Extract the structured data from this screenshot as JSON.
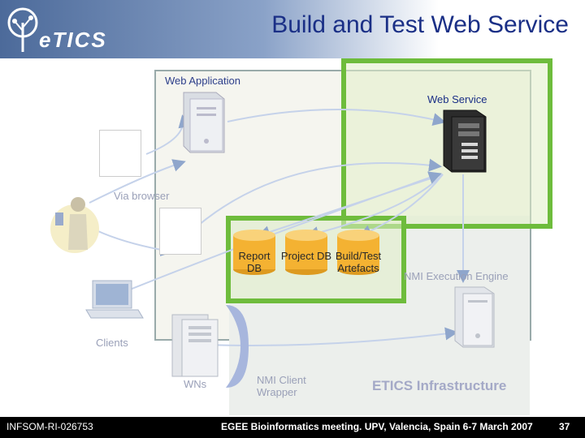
{
  "header": {
    "title": "Build and Test Web Service",
    "logo_text": "eTICS"
  },
  "diagram": {
    "web_application": "Web Application",
    "web_service": "Web Service",
    "via_browser": "Via browser",
    "report_db": "Report DB",
    "project_db": "Project DB",
    "build_test_artefacts": "Build/Test Artefacts",
    "nmi_execution_engine": "NMI Execution Engine",
    "clients": "Clients",
    "wns": "WNs",
    "nmi_client_wrapper": "NMI Client Wrapper",
    "etics_infrastructure": "ETICS Infrastructure"
  },
  "footer": {
    "left": "INFSOM-RI-026753",
    "center": "EGEE Bioinformatics meeting. UPV, Valencia, Spain 6-7 March 2007",
    "page_number": "37"
  },
  "colors": {
    "highlight": "#6ebc3c",
    "title": "#1a2f86",
    "db": "#f4b232"
  }
}
